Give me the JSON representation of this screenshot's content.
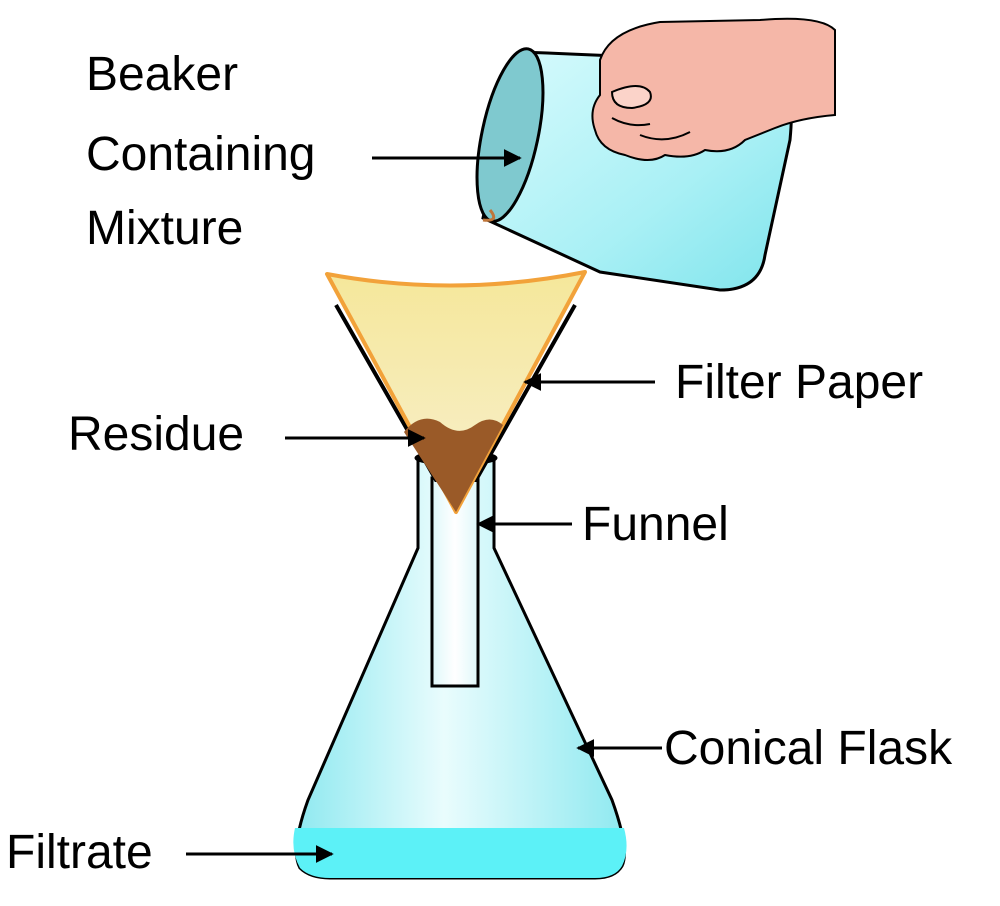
{
  "labels": {
    "beaker_line1": "Beaker",
    "beaker_line2": "Containing",
    "beaker_line3": "Mixture",
    "filter_paper": "Filter Paper",
    "residue": "Residue",
    "funnel": "Funnel",
    "conical_flask": "Conical Flask",
    "filtrate": "Filtrate"
  },
  "colors": {
    "liquid": "#aef2f6",
    "filtrate": "#5cf1f7",
    "filter_paper": "#f3e6a6",
    "filter_paper_edge": "#f2a23a",
    "residue": "#9a5a28",
    "skin": "#f5b7a8",
    "outline": "#000000"
  }
}
